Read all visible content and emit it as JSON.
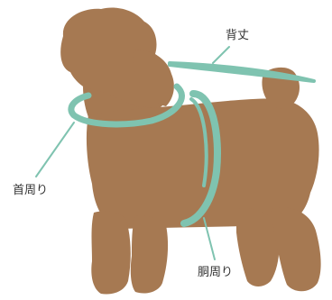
{
  "labels": {
    "back_length": "背丈",
    "neck_girth": "首周り",
    "chest_girth": "胴周り"
  },
  "colors": {
    "dog_body": "#A67952",
    "measure_band": "#7FC3B0",
    "pointer_line": "#7FC3B0",
    "label_text": "#333333"
  },
  "icons": {
    "figure": "dog-silhouette-icon"
  }
}
